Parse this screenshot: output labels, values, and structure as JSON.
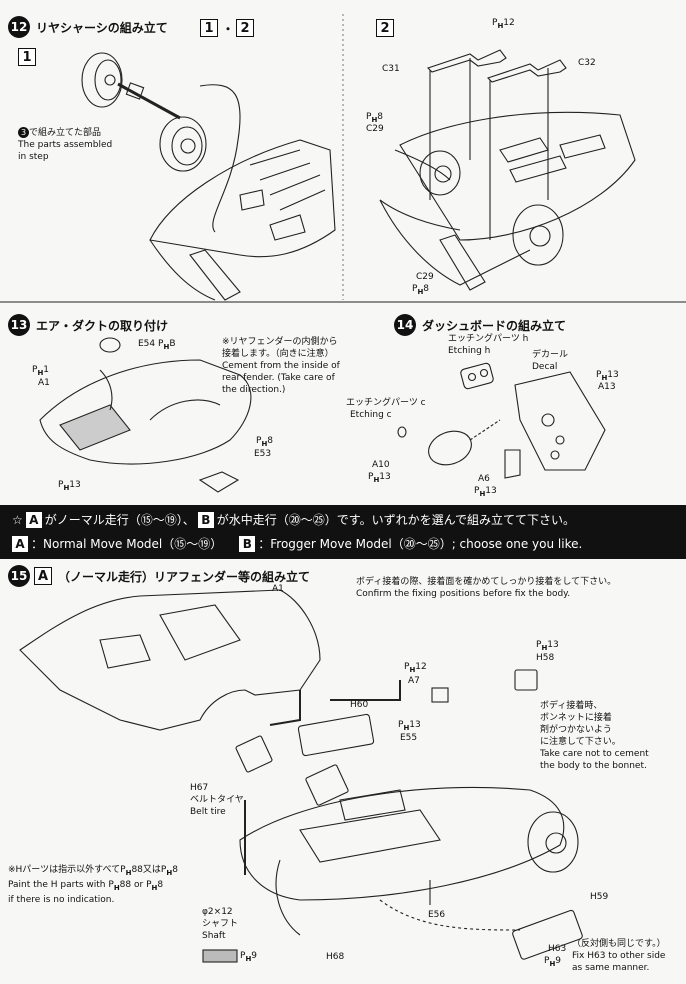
{
  "step12": {
    "number": "12",
    "title": "リヤシャーシの組み立て",
    "refs": [
      "1",
      "2"
    ],
    "ref_sep": "・",
    "panel1_tag": "1",
    "panel2_tag": "2",
    "note_jp": "で組み立てた部品",
    "note_num": "3",
    "note_en1": "The parts assembled",
    "note_en2": "in step",
    "labels": {
      "c31": "C31",
      "c32": "C32",
      "c29_top": "C29",
      "c29_bottom": "C29",
      "paint_h12_top": "12",
      "paint_h8_mid": "8",
      "paint_h8_bottom": "8"
    }
  },
  "step13": {
    "number": "13",
    "title": "エア・ダクトの取り付け",
    "e54": "E54",
    "paint_e54": "B",
    "a1": "A1",
    "paint_a1": "1",
    "paint_13": "13",
    "e53": "E53",
    "paint_e53": "8",
    "note_jp1": "※リヤフェンダーの内側から",
    "note_jp2": "接着します。（向きに注意）",
    "note_en1": "Cement from the inside of",
    "note_en2": "rear fender. (Take care of",
    "note_en3": "the direction.)"
  },
  "step14": {
    "number": "14",
    "title": "ダッシュボードの組み立て",
    "etch_h_jp": "エッチングパーツ h",
    "etch_h_en": "Etching h",
    "decal_jp": "デカール",
    "decal_en": "Decal",
    "paint_a13": "13",
    "a13": "A13",
    "etch_c_jp": "エッチングパーツ c",
    "etch_c_en": "Etching c",
    "a10": "A10",
    "paint_a10": "13",
    "a6": "A6",
    "paint_a6": "13"
  },
  "banner": {
    "line1_pre": "☆",
    "line1_a": "A",
    "line1_mid1": "がノーマル走行（⑮〜⑲）、",
    "line1_b": "B",
    "line1_mid2": "が水中走行（⑳〜㉕）です。いずれかを選んで組み立てて下さい。",
    "line2_a": "A",
    "line2_mid1": "：Normal Move Model（⑮〜⑲）",
    "line2_b": "B",
    "line2_mid2": "：Frogger Move Model（⑳〜㉕）; choose one you like."
  },
  "step15": {
    "number": "15",
    "tag": "A",
    "title": "（ノーマル走行）リアフェンダー等の組み立て",
    "body_note_jp": "ボディ接着の際、接着面を確かめてしっかり接着をして下さい。",
    "body_note_en": "Confirm the fixing positions before fix the body.",
    "a1": "A1",
    "a7": "A7",
    "paint_a7": "12",
    "h58": "H58",
    "paint_h58": "13",
    "h60": "H60",
    "e55": "E55",
    "paint_e55": "13",
    "h67": "H67",
    "belt_jp": "ベルトタイヤ",
    "belt_en": "Belt tire",
    "bonnet_jp1": "ボディ接着時、",
    "bonnet_jp2": "ボンネットに接着",
    "bonnet_jp3": "剤がつかないよう",
    "bonnet_jp4": "に注意して下さい。",
    "bonnet_en1": "Take care not to cement",
    "bonnet_en2": "the body to the bonnet.",
    "hparts_jp": "※Hパーツは指示以外すべて",
    "hparts_jp_tail": "又は",
    "hparts_en1": "Paint the H parts with",
    "hparts_en_or": "or",
    "hparts_en2": "if there is no indication.",
    "paint_88": "88",
    "paint_8": "8",
    "shaft_dim": "φ2×12",
    "shaft_jp": "シャフト",
    "shaft_en": "Shaft",
    "paint_9_legend": "9",
    "h68": "H68",
    "e56": "E56",
    "h59": "H59",
    "h63": "H63",
    "paint_h63": "9",
    "h63_jp": "（反対側も同じです。）",
    "h63_en1": "Fix H63 to other side",
    "h63_en2": "as same manner."
  }
}
